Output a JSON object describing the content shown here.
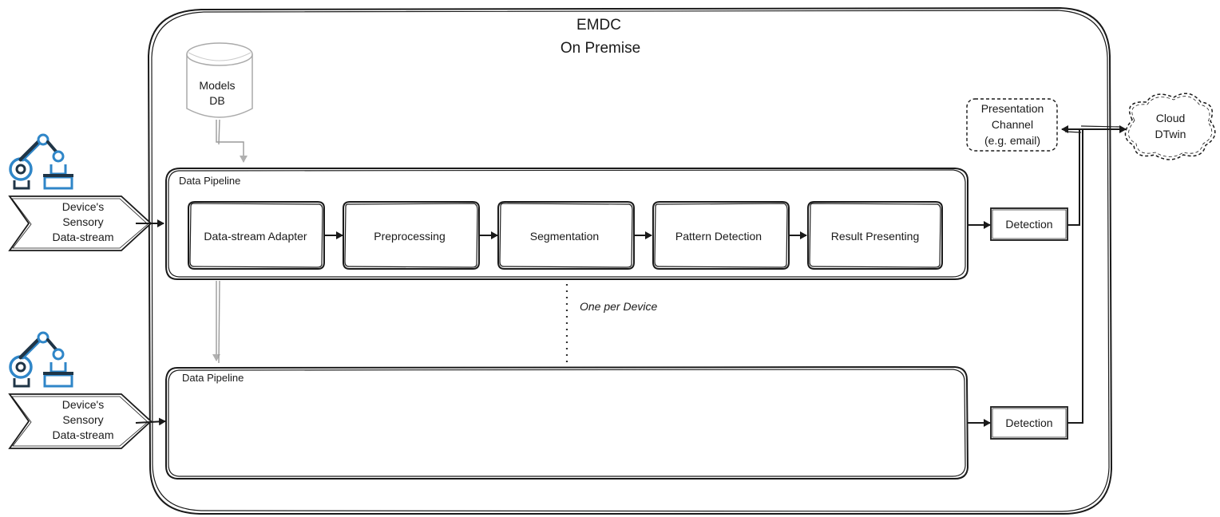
{
  "container": {
    "title_line1": "EMDC",
    "title_line2": "On Premise"
  },
  "models_db": {
    "line1": "Models",
    "line2": "DB"
  },
  "devices": [
    {
      "icon": "robot-arm-icon",
      "input_line1": "Device's",
      "input_line2": "Sensory",
      "input_line3": "Data-stream"
    },
    {
      "icon": "robot-arm-icon",
      "input_line1": "Device's",
      "input_line2": "Sensory",
      "input_line3": "Data-stream"
    }
  ],
  "pipelines": [
    {
      "label": "Data Pipeline",
      "stages": [
        "Data-stream Adapter",
        "Preprocessing",
        "Segmentation",
        "Pattern Detection",
        "Result Presenting"
      ],
      "output": "Detection"
    },
    {
      "label": "Data Pipeline",
      "stages": [],
      "output": "Detection"
    }
  ],
  "annotation": "One per Device",
  "presentation_channel": {
    "line1": "Presentation",
    "line2": "Channel",
    "line3": "(e.g. email)"
  },
  "cloud": {
    "line1": "Cloud",
    "line2": "DTwin"
  },
  "colors": {
    "icon_blue": "#2f86c8",
    "icon_dark": "#1f3547",
    "line_gray": "#9a9a9a"
  }
}
